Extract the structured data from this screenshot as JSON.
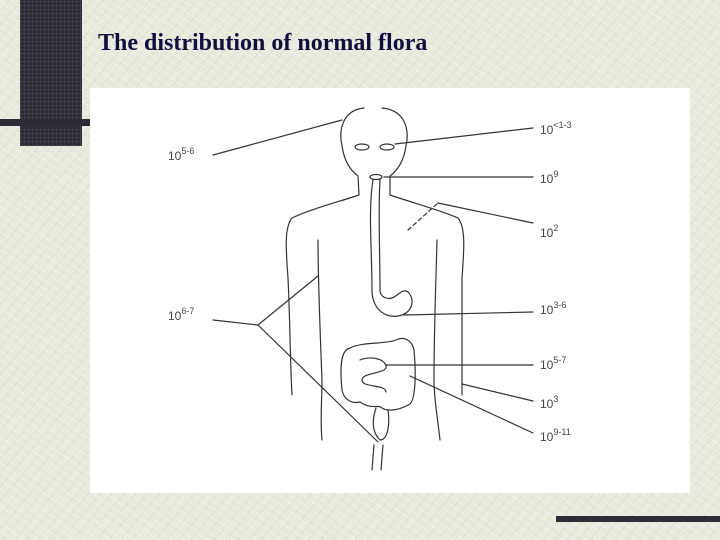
{
  "title": "The distribution of normal flora",
  "colors": {
    "title": "#101040",
    "deco": "#2c2c36",
    "panel": "#ffffff",
    "line": "#333333"
  },
  "labels": {
    "scalp": {
      "base": "10",
      "exp": "5-6"
    },
    "eyes": {
      "base": "10",
      "exp": "<1-3"
    },
    "oral": {
      "base": "10",
      "exp": "9"
    },
    "respiratory": {
      "base": "10",
      "exp": "2"
    },
    "skin": {
      "base": "10",
      "exp": "6-7"
    },
    "stomach": {
      "base": "10",
      "exp": "3-6"
    },
    "small_intestine": {
      "base": "10",
      "exp": "5-7"
    },
    "urogenital": {
      "base": "10",
      "exp": "3"
    },
    "colon": {
      "base": "10",
      "exp": "9-11"
    }
  }
}
